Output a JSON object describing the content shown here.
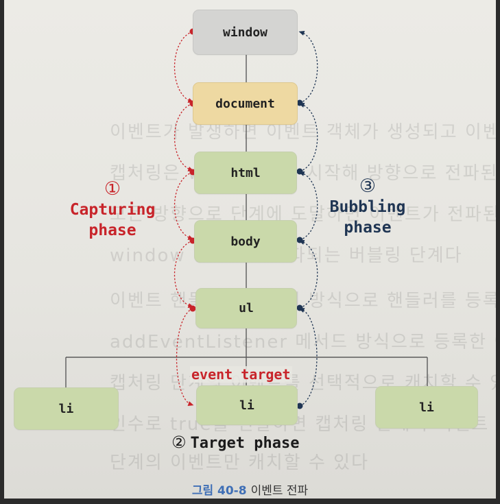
{
  "nodes": {
    "window": "window",
    "document": "document",
    "html": "html",
    "body": "body",
    "ul": "ul",
    "li_left": "li",
    "li_target": "li",
    "li_right": "li"
  },
  "phases": {
    "capturing": {
      "number": "①",
      "line1": "Capturing",
      "line2": "phase"
    },
    "bubbling": {
      "number": "③",
      "line1": "Bubbling",
      "line2": "phase"
    },
    "target": {
      "number": "②",
      "label": "Target phase"
    }
  },
  "event_target_label": "event target",
  "caption": {
    "figure": "그림 40-8",
    "title": "이벤트 전파"
  },
  "colors": {
    "capturing": "#c8242a",
    "bubbling": "#1f3553",
    "window_box": "#d4d4d2",
    "document_box": "#eed9a2",
    "element_box": "#cad9aa",
    "caption_figure": "#3f6fb6"
  }
}
